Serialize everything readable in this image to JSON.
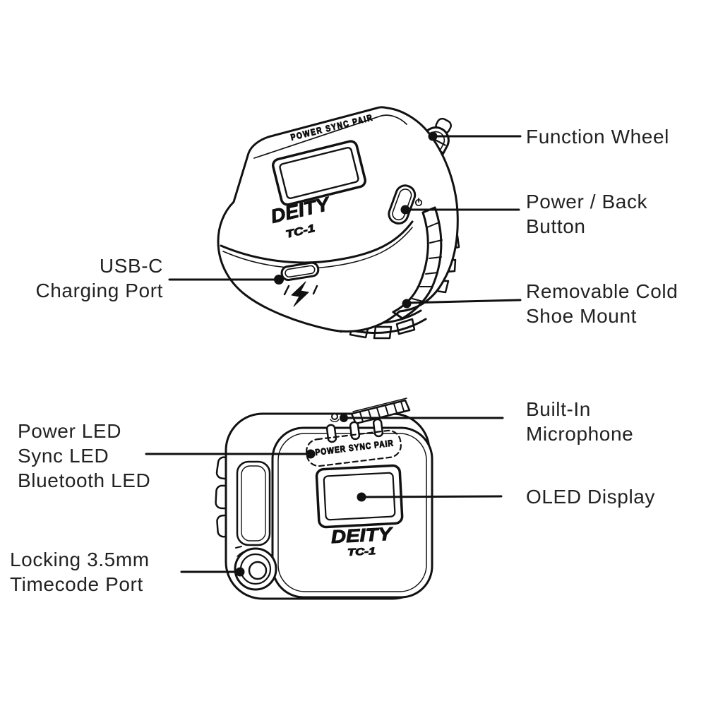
{
  "callouts": {
    "function_wheel": {
      "lines": [
        "Function Wheel"
      ]
    },
    "power_back_button": {
      "lines": [
        "Power / Back",
        "Button"
      ]
    },
    "removable_cold_shoe": {
      "lines": [
        "Removable Cold",
        "Shoe Mount"
      ]
    },
    "usb_c_charging_port": {
      "lines": [
        "USB-C",
        "Charging Port"
      ]
    },
    "status_leds": {
      "lines": [
        "Power LED",
        "Sync LED",
        "Bluetooth LED"
      ]
    },
    "locking_timecode_port": {
      "lines": [
        "Locking 3.5mm",
        "Timecode Port"
      ]
    },
    "built_in_microphone": {
      "lines": [
        "Built-In",
        "Microphone"
      ]
    },
    "oled_display": {
      "lines": [
        "OLED Display"
      ]
    }
  },
  "device": {
    "brand": "DEITY",
    "model": "TC-1",
    "panel_text": "POWER SYNC PAIR"
  },
  "icons": {
    "charging_bolt": "lightning-bolt",
    "power": "power-symbol",
    "microphone": "mic-glyph"
  },
  "colors": {
    "line": "#111111",
    "text": "#222222",
    "background": "#ffffff"
  }
}
